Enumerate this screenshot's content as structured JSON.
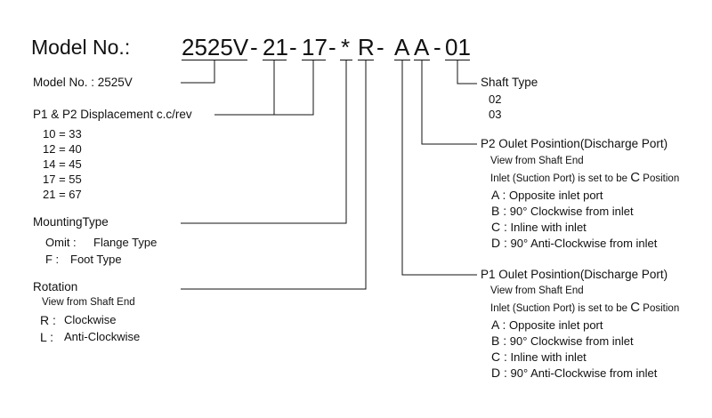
{
  "model_line": {
    "label": "Model No.:",
    "segments": [
      "2525V",
      "-",
      "21",
      "-",
      "17",
      "-",
      "*",
      "R",
      "-",
      "A",
      "A",
      "-",
      "01"
    ]
  },
  "model": {
    "title": "Model No. : 2525V"
  },
  "displacement": {
    "title": "P1 & P2 Displacement c.c/rev",
    "items": [
      "10 = 33",
      "12 = 40",
      "14 = 45",
      "17 = 55",
      "21 = 67"
    ]
  },
  "mounting": {
    "title": "MountingType",
    "items": [
      {
        "code": "Omit :",
        "desc": "Flange Type"
      },
      {
        "code": "F :",
        "desc": "Foot Type"
      }
    ]
  },
  "rotation": {
    "title": "Rotation",
    "note": "View from Shaft End",
    "items": [
      {
        "code": "R :",
        "desc": "Clockwise"
      },
      {
        "code": "L :",
        "desc": "Anti-Clockwise"
      }
    ]
  },
  "shaft": {
    "title": "Shaft Type",
    "items": [
      "02",
      "03"
    ]
  },
  "p2": {
    "title": "P2 Oulet Posintion(Discharge Port)",
    "note1": "View from Shaft End",
    "note2_pre": "Inlet (Suction Port) is set to be",
    "note2_code": "C",
    "note2_post": "Position",
    "items": [
      {
        "code": "A :",
        "desc": "Opposite inlet port"
      },
      {
        "code": "B :",
        "desc": "90°  Clockwise from inlet"
      },
      {
        "code": "C :",
        "desc": "Inline with inlet"
      },
      {
        "code": "D :",
        "desc": "90°  Anti-Clockwise from inlet"
      }
    ]
  },
  "p1": {
    "title": "P1 Oulet Posintion(Discharge Port)",
    "note1": "View from Shaft End",
    "note2_pre": "Inlet (Suction Port) is set to be",
    "note2_code": "C",
    "note2_post": "Position",
    "items": [
      {
        "code": "A :",
        "desc": "Opposite inlet port"
      },
      {
        "code": "B :",
        "desc": "90°  Clockwise from inlet"
      },
      {
        "code": "C :",
        "desc": "Inline with inlet"
      },
      {
        "code": "D :",
        "desc": "90°  Anti-Clockwise from inlet"
      }
    ]
  }
}
